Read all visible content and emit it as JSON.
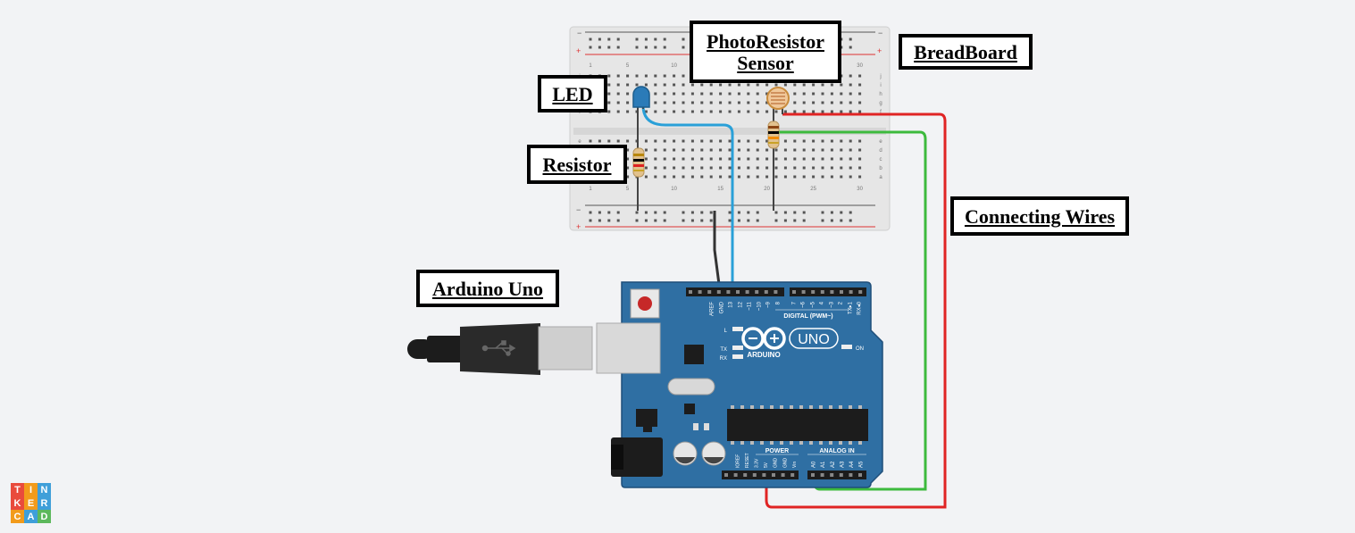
{
  "labels": {
    "photoresistor_line1": "PhotoResistor",
    "photoresistor_line2": "Sensor",
    "breadboard": "BreadBoard",
    "led": "LED",
    "resistor": "Resistor",
    "connecting_wires": "Connecting Wires",
    "arduino": "Arduino Uno"
  },
  "board": {
    "uno": "UNO",
    "arduino": "ARDUINO",
    "digital": "DIGITAL (PWM~)",
    "power": "POWER",
    "analog_in": "ANALOG IN",
    "on": "ON",
    "l": "L",
    "tx": "TX",
    "rx": "RX",
    "digital_pins": [
      "AREF",
      "GND",
      "13",
      "12",
      "~11",
      "~10",
      "~9",
      "8",
      "7",
      "~6",
      "~5",
      "4",
      "~3",
      "2",
      "TX▸1",
      "RX◂0"
    ],
    "power_pins": [
      "IOREF",
      "RESET",
      "3.3V",
      "5V",
      "GND",
      "GND",
      "Vin"
    ],
    "analog_pins": [
      "A0",
      "A1",
      "A2",
      "A3",
      "A4",
      "A5"
    ]
  },
  "breadboard": {
    "row_letters_top": [
      "j",
      "i",
      "h",
      "g",
      "f"
    ],
    "row_letters_bottom": [
      "e",
      "d",
      "c",
      "b",
      "a"
    ],
    "column_numbers": [
      "1",
      "5",
      "10",
      "15",
      "20",
      "25",
      "30"
    ]
  },
  "logo": {
    "letters": [
      "T",
      "I",
      "N",
      "K",
      "E",
      "R",
      "C",
      "A",
      "D"
    ],
    "colors": [
      "#e94b3c",
      "#f29b1b",
      "#3f9fd9",
      "#e94b3c",
      "#f29b1b",
      "#3f9fd9",
      "#f29b1b",
      "#3f9fd9",
      "#5cb85c"
    ]
  },
  "colors": {
    "board_blue": "#2f6fa3",
    "wire_red": "#e02424",
    "wire_green": "#3dba3d",
    "wire_blue": "#2aa0d8",
    "wire_black": "#333333",
    "led_blue": "#2b7bb8"
  }
}
